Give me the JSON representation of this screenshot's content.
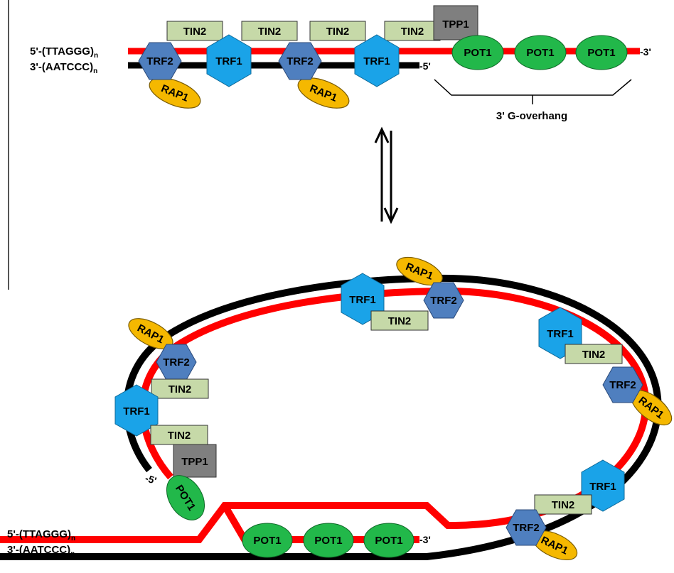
{
  "colors": {
    "g_strand": "#ff0000",
    "c_strand": "#000000",
    "trf1": "#1aa3e8",
    "trf2": "#4f7fbf",
    "tin2": "#c6d9a8",
    "tpp1": "#7f7f7f",
    "pot1": "#22b84a",
    "rap1": "#f5b800",
    "divider": "#555555"
  },
  "linear": {
    "top_strand_label": "5'-(TTAGGG)",
    "bottom_strand_label": "3'-(AATCCC)",
    "subscript": "n",
    "top_end": "-3'",
    "bottom_end": "-5'",
    "overhang_label": "3' G-overhang",
    "proteins": {
      "tin2_1": "TIN2",
      "tin2_2": "TIN2",
      "tin2_3": "TIN2",
      "tin2_4": "TIN2",
      "tpp1": "TPP1",
      "trf2_1": "TRF2",
      "trf2_2": "TRF2",
      "trf1_1": "TRF1",
      "trf1_2": "TRF1",
      "rap1_1": "RAP1",
      "rap1_2": "RAP1",
      "pot1_1": "POT1",
      "pot1_2": "POT1",
      "pot1_3": "POT1"
    }
  },
  "loop": {
    "top_strand_label": "5'-(TTAGGG)",
    "bottom_strand_label": "3'-(AATCCC)",
    "subscript": "n",
    "inner_end": "-3'",
    "c_end": "-5'",
    "proteins": {
      "rap1_top": "RAP1",
      "trf1_top": "TRF1",
      "trf2_top": "TRF2",
      "tin2_top": "TIN2",
      "trf1_right": "TRF1",
      "tin2_right": "TIN2",
      "trf2_right": "TRF2",
      "rap1_right": "RAP1",
      "trf1_lower_right": "TRF1",
      "tin2_lower_right": "TIN2",
      "trf2_bottom": "TRF2",
      "rap1_bottom": "RAP1",
      "rap1_left": "RAP1",
      "trf2_left": "TRF2",
      "tin2_left_1": "TIN2",
      "trf1_left": "TRF1",
      "tin2_left_2": "TIN2",
      "tpp1_left": "TPP1",
      "pot1_left": "POT1",
      "pot1_1": "POT1",
      "pot1_2": "POT1",
      "pot1_3": "POT1"
    }
  }
}
